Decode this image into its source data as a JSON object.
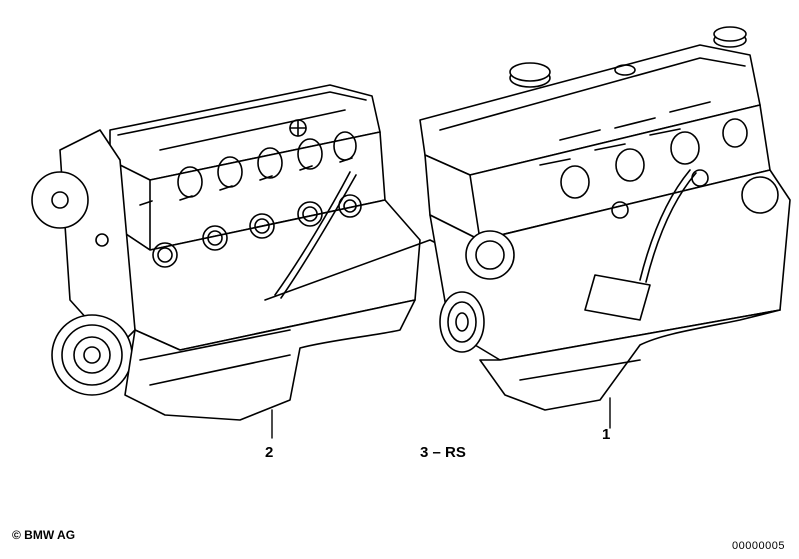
{
  "callouts": {
    "part_1": "1",
    "part_2": "2",
    "part_3": "3 – RS"
  },
  "footer": {
    "copyright": "© BMW AG",
    "image_number": "00000005"
  }
}
